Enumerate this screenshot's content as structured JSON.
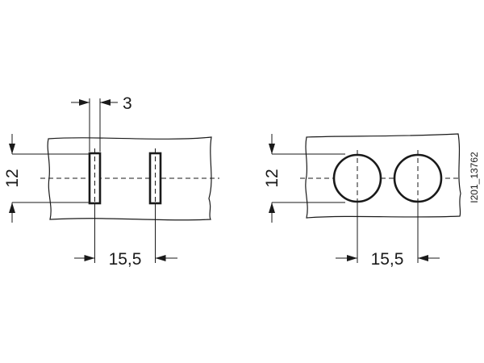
{
  "drawing_id": "I201_13762",
  "left_view": {
    "slot_width": "3",
    "height": "12",
    "pitch": "15,5"
  },
  "right_view": {
    "height": "12",
    "pitch": "15,5"
  }
}
